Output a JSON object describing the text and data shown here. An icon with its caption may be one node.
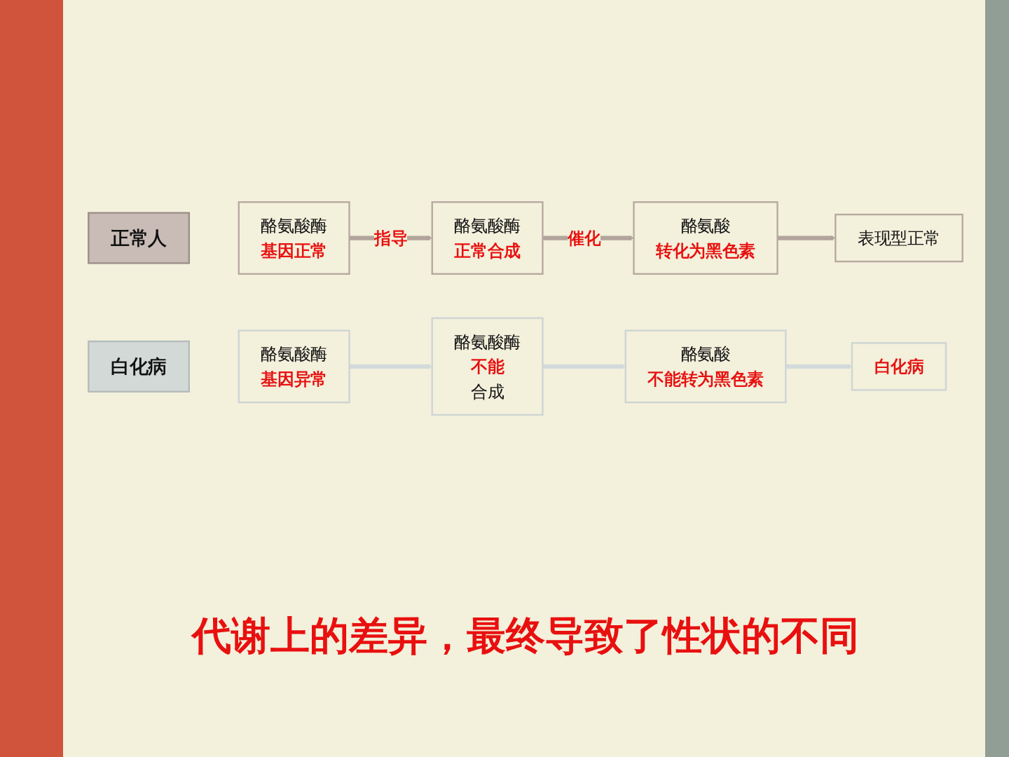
{
  "diagram": {
    "caption": "代谢上的差异，最终导致了性状的不同",
    "nodes": [
      {
        "text": [
          "正常人"
        ]
      },
      {
        "text": [
          "酪氨酸酶",
          "基因正常"
        ]
      },
      {
        "text": [
          "酪氨酸酶",
          "正常合成"
        ]
      },
      {
        "text": [
          "酪氨酸",
          "转化为黑色素"
        ]
      },
      {
        "text": [
          "表现型正常"
        ]
      },
      {
        "text": [
          "白化病"
        ]
      },
      {
        "text": [
          "酪氨酸酶",
          "基因异常"
        ]
      },
      {
        "text": [
          "酪氨酸酶",
          "不能",
          "合成"
        ]
      },
      {
        "text": [
          "酪氨酸",
          "不能转为黑色素"
        ]
      },
      {
        "text": [
          "白化病"
        ]
      }
    ],
    "edges": [
      {
        "from": 1,
        "to": 2,
        "arrow": "to",
        "label": "指导",
        "color": "#b1a59c"
      },
      {
        "from": 2,
        "to": 3,
        "arrow": "to",
        "label": "催化",
        "color": "#b1a59c"
      },
      {
        "from": 3,
        "to": 4,
        "arrow": "to",
        "color": "#b1a59c"
      },
      {
        "from": 6,
        "to": 7,
        "arrow": "to",
        "color": "#d3dada"
      },
      {
        "from": 7,
        "to": 8,
        "arrow": "to",
        "color": "#d3dada"
      },
      {
        "from": 8,
        "to": 9,
        "arrow": "to",
        "color": "#d3dada"
      }
    ]
  }
}
